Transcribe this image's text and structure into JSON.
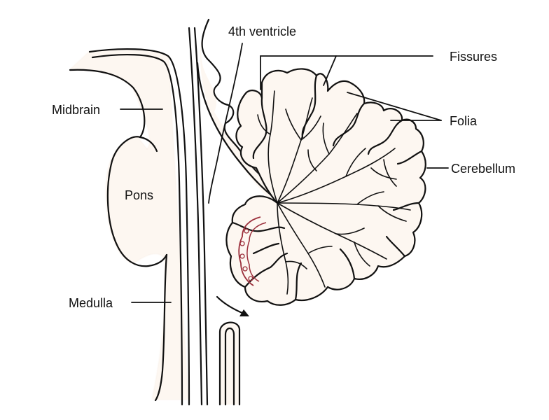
{
  "labels": {
    "fourth_ventricle": "4th ventricle",
    "fissures": "Fissures",
    "midbrain": "Midbrain",
    "folia": "Folia",
    "cerebellum": "Cerebellum",
    "pons": "Pons",
    "medulla": "Medulla"
  },
  "colors": {
    "outline": "#111111",
    "tissue_fill": "#fdf7f1",
    "tissue_glow": "#f4e3d3",
    "choroid": "#9b2f3b"
  }
}
